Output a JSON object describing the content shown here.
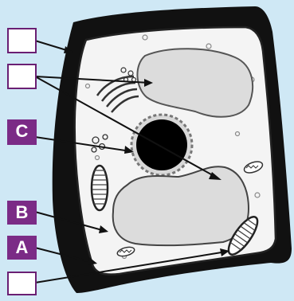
{
  "colors": {
    "background": "#cfe8f5",
    "label_fill": "#7b2b86",
    "label_blank": "#ffffff",
    "wall_outline": "#111111",
    "cell_fill": "#f4f4f4",
    "vacuole_fill": "#dcdcdc",
    "nucleus_fill": "#000000"
  },
  "labels": [
    {
      "id": "blank-1",
      "text": ""
    },
    {
      "id": "blank-2",
      "text": ""
    },
    {
      "id": "C",
      "text": "C"
    },
    {
      "id": "B",
      "text": "B"
    },
    {
      "id": "A",
      "text": "A"
    },
    {
      "id": "blank-3",
      "text": ""
    }
  ]
}
